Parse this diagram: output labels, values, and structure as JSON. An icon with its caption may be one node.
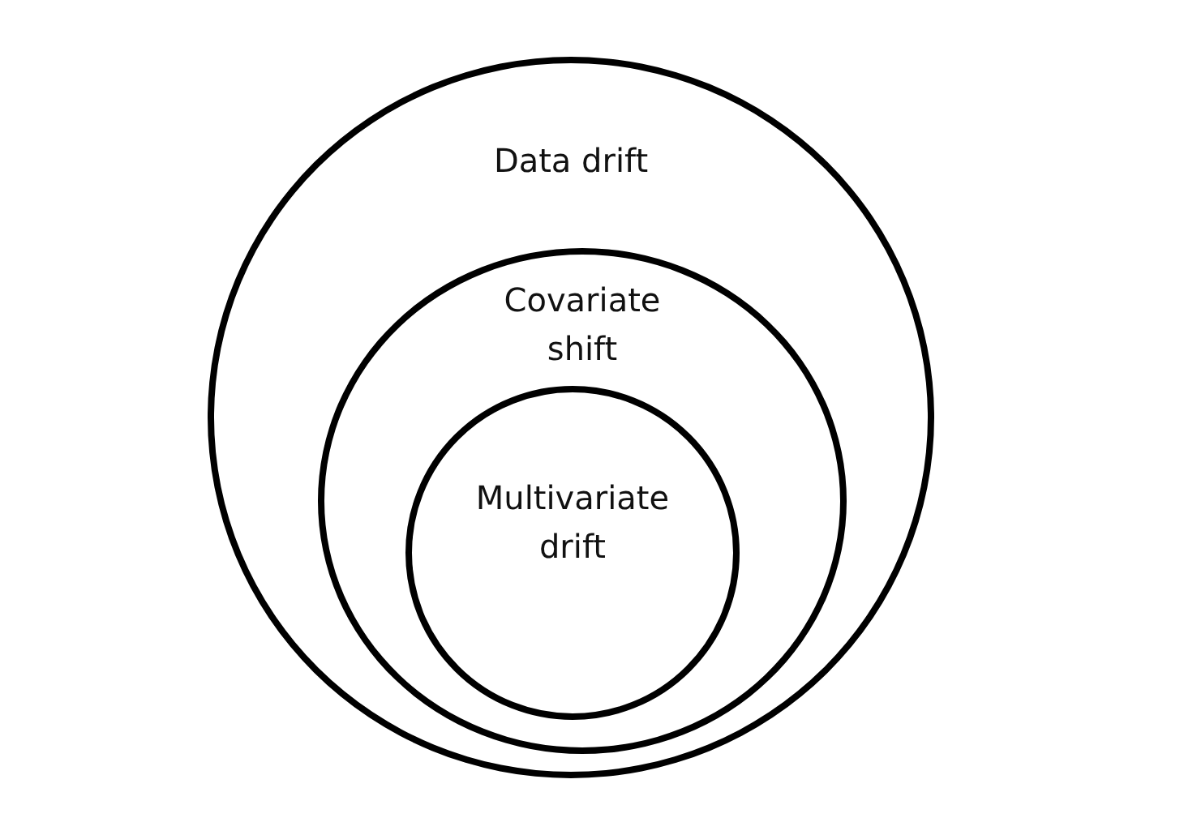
{
  "diagram": {
    "nodes": [
      {
        "text": [
          "Data drift"
        ]
      },
      {
        "text": [
          "Covariate shift"
        ],
        "in": 0
      },
      {
        "text": [
          "Multivariate drift"
        ],
        "in": 1
      }
    ],
    "edges": []
  }
}
